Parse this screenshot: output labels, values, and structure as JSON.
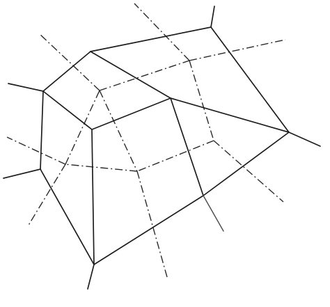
{
  "diagram": {
    "type": "line-drawing",
    "text": [],
    "colors": {
      "background": "#ffffff",
      "solid_line": "#1e1e1e",
      "dashdot_line": "#2a2a2a"
    },
    "line_styles": [
      "solid",
      "dash-dot"
    ]
  }
}
